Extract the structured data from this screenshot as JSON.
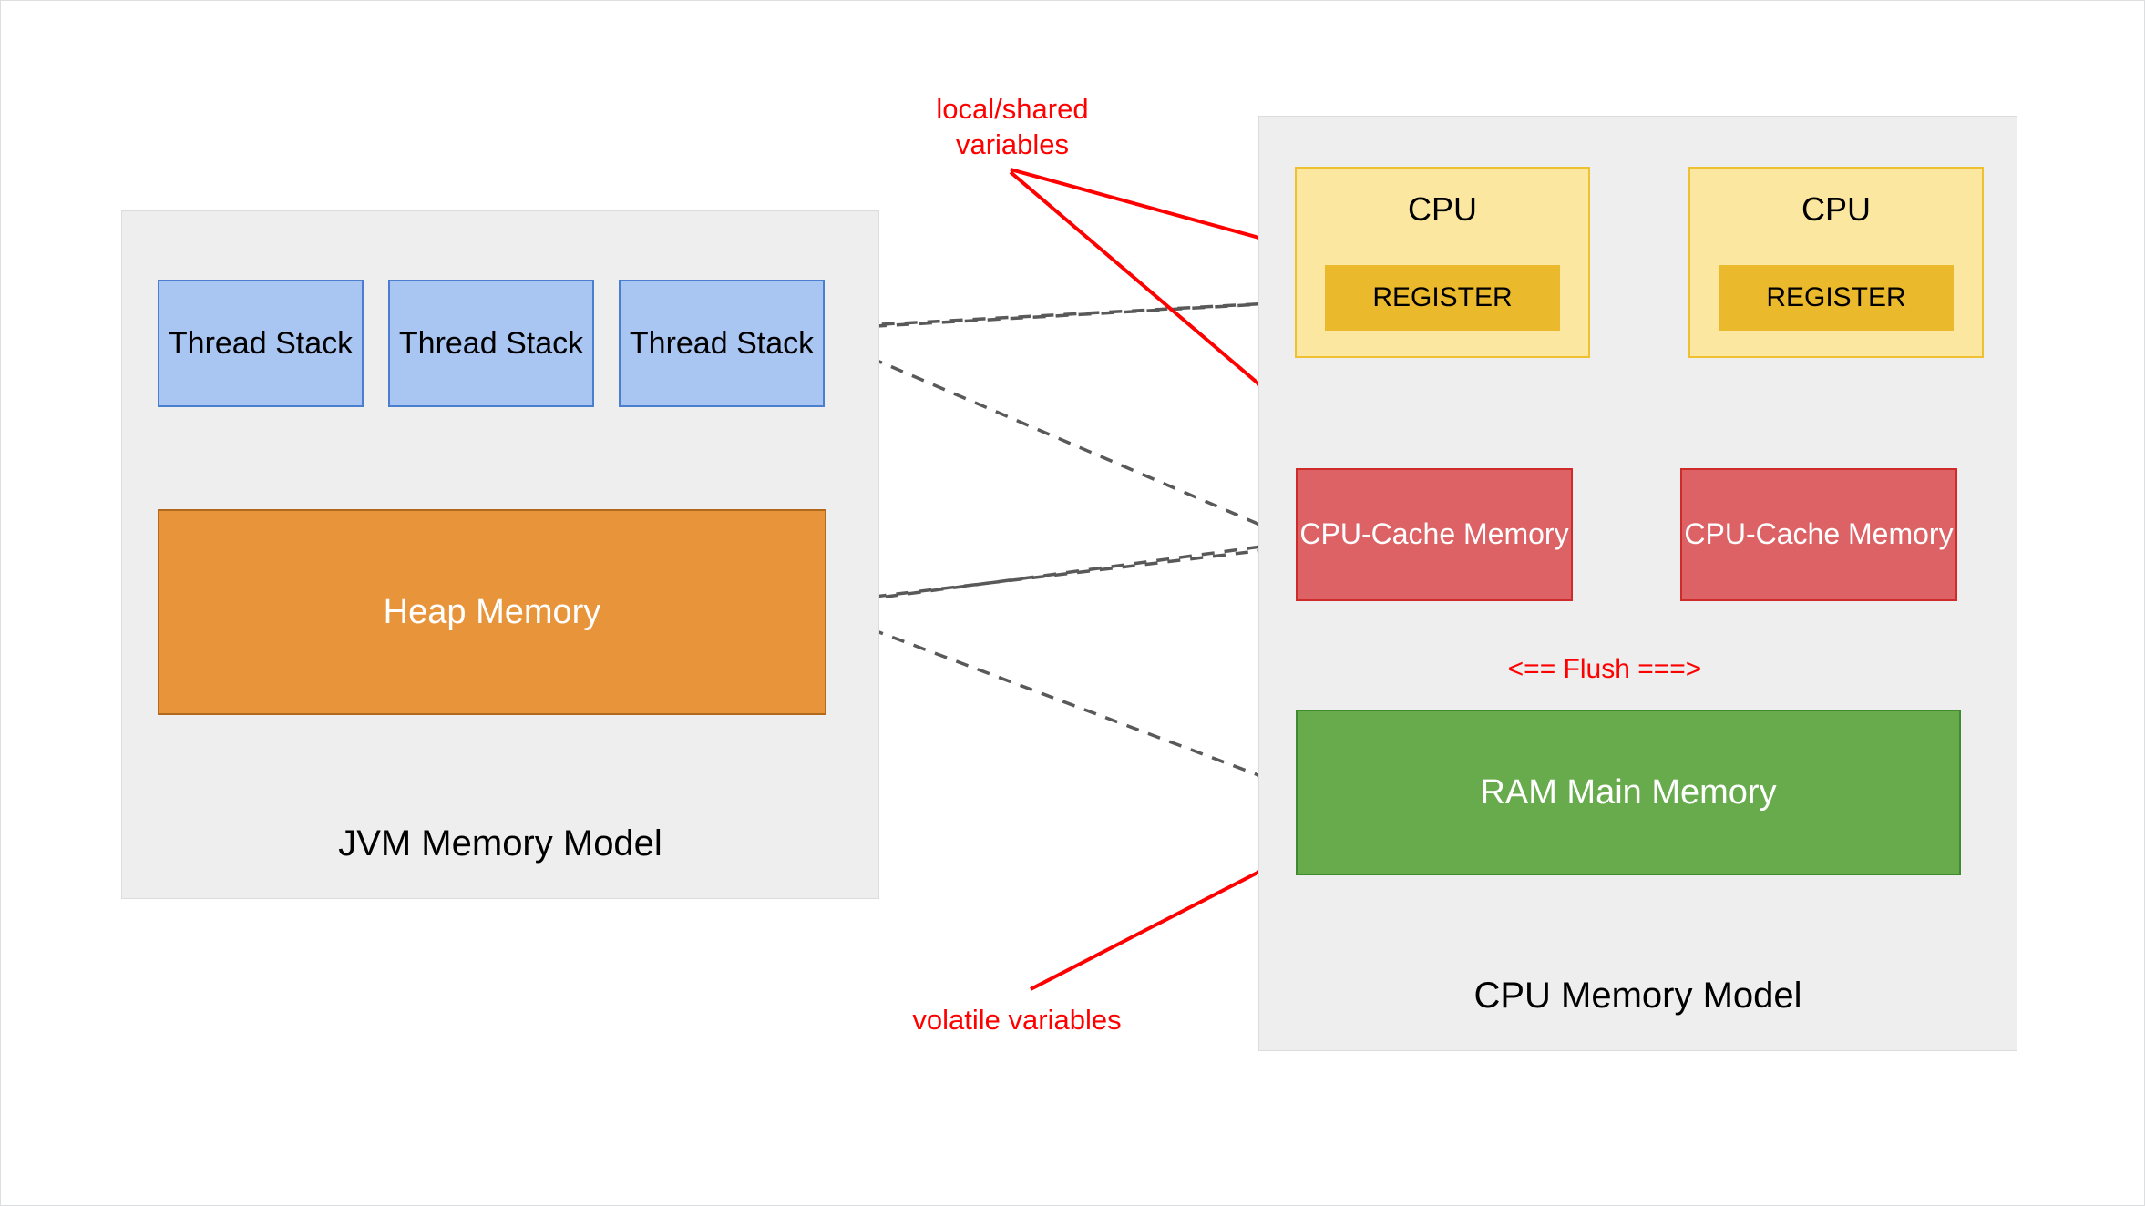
{
  "diagram": {
    "title": "JVM Memory Model and CPU Memory Model",
    "colors": {
      "panel_fill": "#eeeeee",
      "panel_border": "#dcdcdc",
      "thread_stack_fill": "#a9c5f2",
      "thread_stack_border": "#4a7fd0",
      "heap_fill": "#e8943a",
      "heap_border": "#b2681d",
      "cpu_fill": "#fce7a0",
      "cpu_border": "#efc030",
      "register_fill": "#eab92c",
      "cache_fill": "#dd6265",
      "cache_border": "#cf2b2b",
      "ram_fill": "#67ab4c",
      "ram_border": "#3f8a2e",
      "annotation_red": "#ff0000",
      "arrow_gray": "#666666",
      "dashed_arrow": "#595959"
    }
  },
  "jvm_panel": {
    "label": "JVM Memory Model",
    "thread_stacks": [
      {
        "label": "Thread\nStack"
      },
      {
        "label": "Thread\nStack"
      },
      {
        "label": "Thread\nStack"
      }
    ],
    "heap": {
      "label": "Heap Memory"
    }
  },
  "cpu_panel": {
    "label": "CPU Memory Model",
    "cpus": [
      {
        "title": "CPU",
        "register": "REGISTER",
        "cache": "CPU-Cache\nMemory"
      },
      {
        "title": "CPU",
        "register": "REGISTER",
        "cache": "CPU-Cache\nMemory"
      }
    ],
    "ram": {
      "label": "RAM Main Memory"
    }
  },
  "annotations": {
    "local_shared": "local/shared\nvariables",
    "volatile": "volatile variables",
    "flush": "<== Flush ===>"
  },
  "connections": {
    "dashed": [
      {
        "from": "thread-stack-3",
        "to": "register-1"
      },
      {
        "from": "thread-stack-3",
        "to": "cache-1"
      },
      {
        "from": "heap-memory",
        "to": "register-1"
      },
      {
        "from": "heap-memory",
        "to": "ram-memory"
      }
    ],
    "solid": [
      {
        "from": "cpu-box-1",
        "to": "cache-1"
      },
      {
        "from": "cache-1",
        "to": "cpu-box-1"
      },
      {
        "from": "cpu-box-2",
        "to": "cache-2"
      },
      {
        "from": "cache-2",
        "to": "cpu-box-2"
      },
      {
        "from": "cache-1",
        "to": "ram-memory"
      },
      {
        "from": "ram-memory",
        "to": "cache-1"
      },
      {
        "from": "cache-2",
        "to": "ram-memory"
      },
      {
        "from": "ram-memory",
        "to": "cache-2"
      }
    ],
    "red": [
      {
        "from": "local-shared-label",
        "to": "register-1"
      },
      {
        "from": "local-shared-label",
        "to": "cache-1"
      },
      {
        "from": "volatile-label",
        "to": "ram-memory"
      }
    ]
  }
}
